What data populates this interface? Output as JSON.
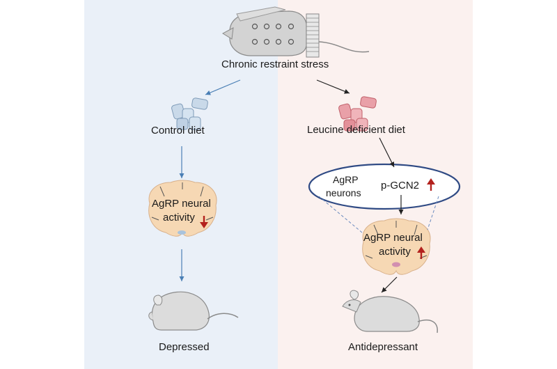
{
  "top": {
    "label": "Chronic restraint stress"
  },
  "left_branch": {
    "diet_label": "Control diet",
    "brain_line1": "AgRP neural",
    "brain_line2": "activity",
    "outcome_label": "Depressed"
  },
  "right_branch": {
    "diet_label": "Leucine deficient diet",
    "oval_line1": "AgRP",
    "oval_line2": "neurons",
    "oval_marker": "p-GCN2",
    "brain_line1": "AgRP neural",
    "brain_line2": "activity",
    "outcome_label": "Antidepressant"
  },
  "colors": {
    "left_bg": "#eaf0f8",
    "right_bg": "#fbf1ef",
    "control_pellet": "#c9d9e9",
    "leucine_pellet": "#e9a0a8",
    "brain": "#f6d8b4",
    "oval_border": "#2f4a84",
    "arrow_up_down": "#b3211d",
    "blue_arrow": "#4a7fb5"
  }
}
